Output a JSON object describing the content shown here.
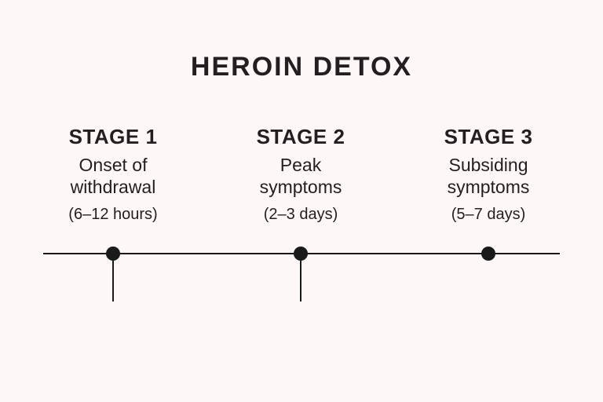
{
  "title": "HEROIN DETOX",
  "colors": {
    "background": "#FDF8F7",
    "text": "#231F20",
    "line": "#1A1A1A"
  },
  "timeline": {
    "dot_count": 3,
    "ticked_stages": [
      "STAGE 1",
      "STAGE 2"
    ]
  },
  "stages": [
    {
      "label": "STAGE 1",
      "description": "Onset of\nwithdrawal",
      "duration": "(6–12 hours)",
      "has_tick": true
    },
    {
      "label": "STAGE 2",
      "description": "Peak\nsymptoms",
      "duration": "(2–3 days)",
      "has_tick": true
    },
    {
      "label": "STAGE 3",
      "description": "Subsiding\nsymptoms",
      "duration": "(5–7 days)",
      "has_tick": false
    }
  ]
}
